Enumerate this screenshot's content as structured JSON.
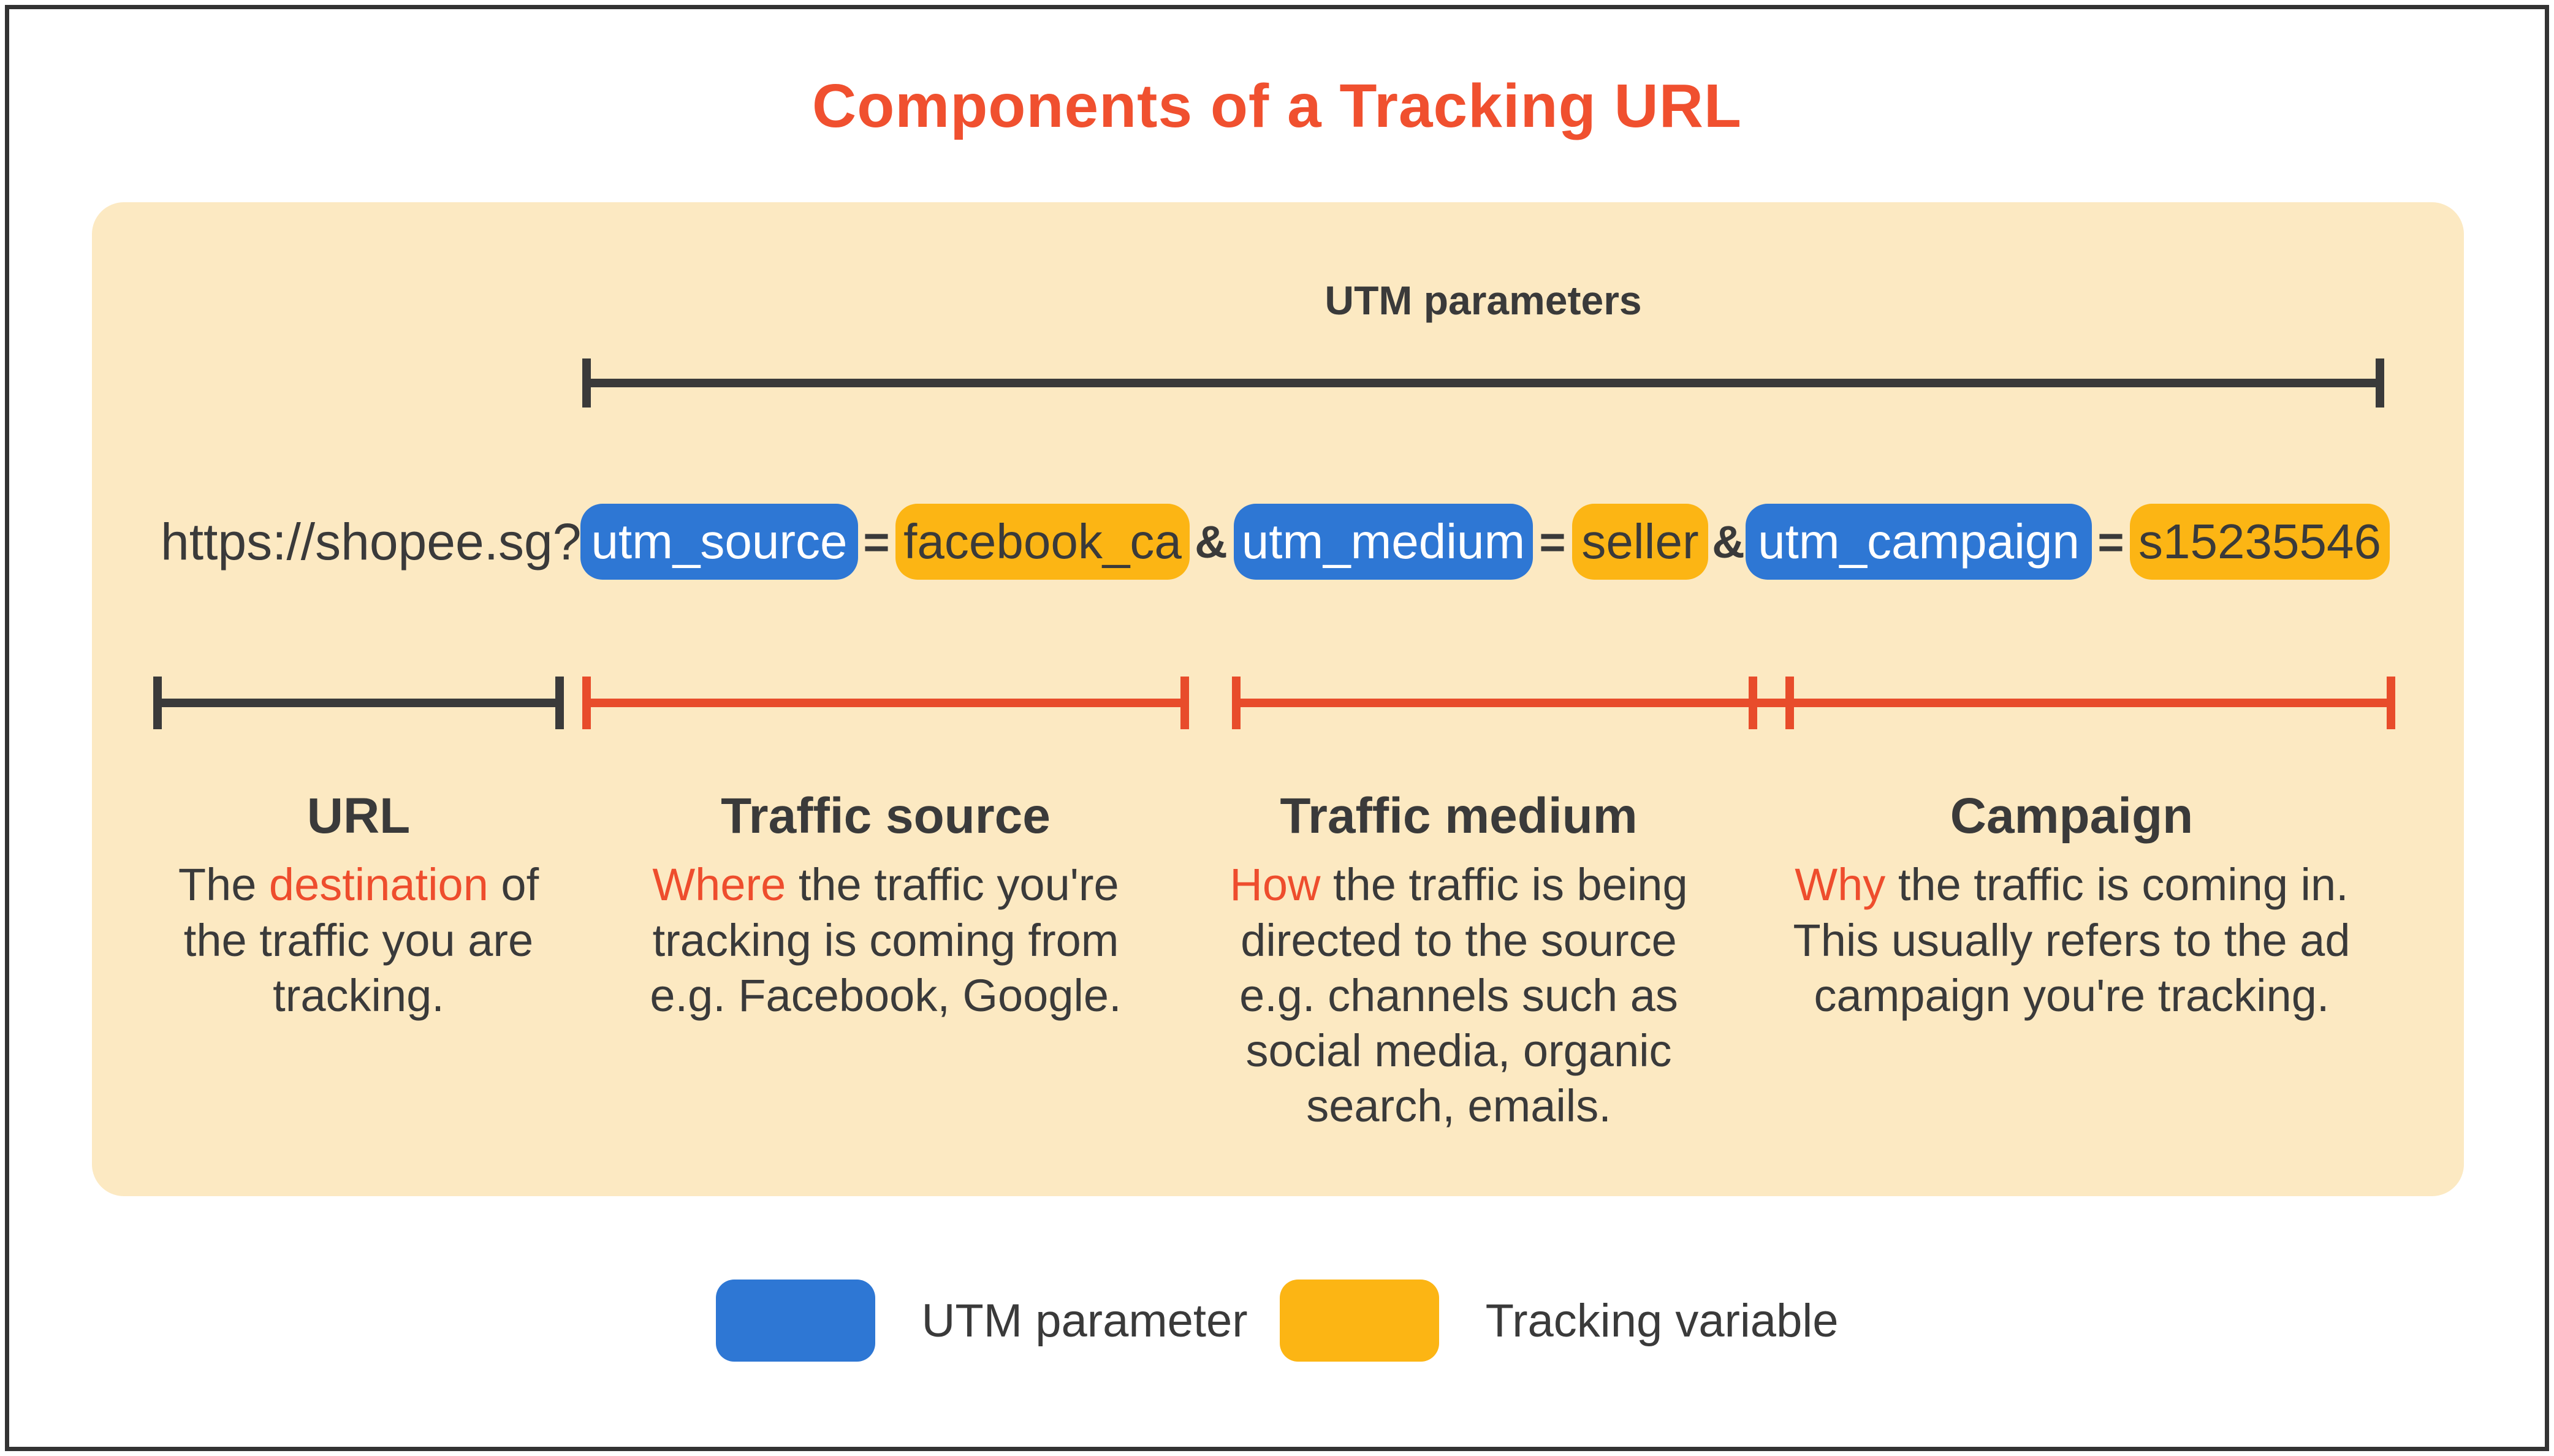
{
  "title": "Components of a Tracking URL",
  "colors": {
    "title": "#F0502F",
    "highlight": "#EE4D2D",
    "bracket_red": "#E84C2B",
    "dark": "#3A3A3A",
    "panel": "#FCE9C2",
    "blue": "#2E77D4",
    "yellow": "#FCB514"
  },
  "diagram": {
    "utm_bracket_label": "UTM parameters",
    "url_prefix": "https://shopee.sg?",
    "equals_sign": "=",
    "ampersand": "&",
    "params": [
      {
        "key": "utm_source",
        "value": "facebook_ca"
      },
      {
        "key": "utm_medium",
        "value": "seller"
      },
      {
        "key": "utm_campaign",
        "value": "s15235546"
      }
    ],
    "columns": [
      {
        "heading": "URL",
        "pre": "The ",
        "highlight": "destination",
        "post": " of\nthe traffic you are\ntracking."
      },
      {
        "heading": "Traffic source",
        "pre": "",
        "highlight": "Where",
        "post": " the traffic you're\ntracking is coming from\ne.g. Facebook, Google."
      },
      {
        "heading": "Traffic medium",
        "pre": "",
        "highlight": "How",
        "post": " the traffic is being\ndirected to the source\ne.g. channels such as\nsocial media, organic\nsearch, emails."
      },
      {
        "heading": "Campaign",
        "pre": "",
        "highlight": "Why",
        "post": " the traffic is coming in.\nThis usually refers to the ad\ncampaign you're tracking."
      }
    ]
  },
  "legend": [
    {
      "color": "#2E77D4",
      "label": "UTM parameter"
    },
    {
      "color": "#FCB514",
      "label": "Tracking variable"
    }
  ]
}
